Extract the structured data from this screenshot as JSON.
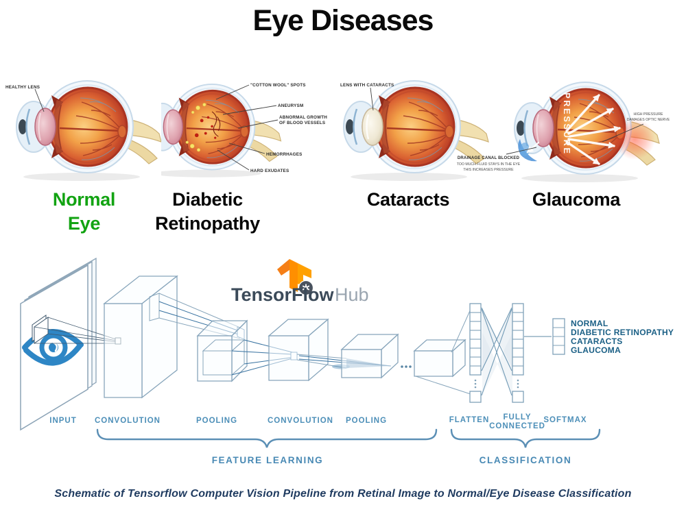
{
  "title": "Eye Diseases",
  "eyes": {
    "normal": {
      "label_line1": "Normal",
      "label_line2": "Eye",
      "ann_healthy_lens": "HEALTHY LENS"
    },
    "diabetic": {
      "label_line1": "Diabetic",
      "label_line2": "Retinopathy",
      "ann_cotton_wool": "\"COTTON WOOL\" SPOTS",
      "ann_aneurysm": "ANEURYSM",
      "ann_abnormal_1": "ABNORMAL GROWTH",
      "ann_abnormal_2": "OF BLOOD VESSELS",
      "ann_hemorrhages": "HEMORRHAGES",
      "ann_hard_exudates": "HARD EXUDATES"
    },
    "cataracts": {
      "label": "Cataracts",
      "ann_lens": "LENS WITH CATARACTS"
    },
    "glaucoma": {
      "label": "Glaucoma",
      "ann_pressure": "PRESSURE",
      "ann_high_pressure_1": "HIGH PRESSURE",
      "ann_high_pressure_2": "DAMAGES OPTIC NERVE",
      "ann_drainage_1": "DRAINAGE CANAL BLOCKED",
      "ann_drainage_2": "TOO MUCH FLUID STAYS IN THE EYE",
      "ann_drainage_3": "THIS INCREASES PRESSURE"
    }
  },
  "pipeline": {
    "logo_brand": "TensorFlow",
    "logo_product": "Hub",
    "stage_input": "INPUT",
    "stage_conv1": "CONVOLUTION",
    "stage_pool1": "POOLING",
    "stage_conv2": "CONVOLUTION",
    "stage_pool2": "POOLING",
    "stage_flatten": "FLATTEN",
    "stage_fc_line1": "FULLY",
    "stage_fc_line2": "CONNECTED",
    "stage_softmax": "SOFTMAX",
    "group_feature": "FEATURE LEARNING",
    "group_classification": "CLASSIFICATION",
    "outputs": [
      "NORMAL",
      "DIABETIC RETINOPATHY",
      "CATARACTS",
      "GLAUCOMA"
    ]
  },
  "caption": "Schematic of Tensorflow Computer Vision Pipeline from Retinal Image to Normal/Eye Disease Classification",
  "colors": {
    "normal_green": "#12a312",
    "diagram_blue": "#4d8fb8",
    "output_navy": "#1a5f85",
    "caption_navy": "#1e3a5f",
    "logo_orange": "#ff8f00"
  }
}
